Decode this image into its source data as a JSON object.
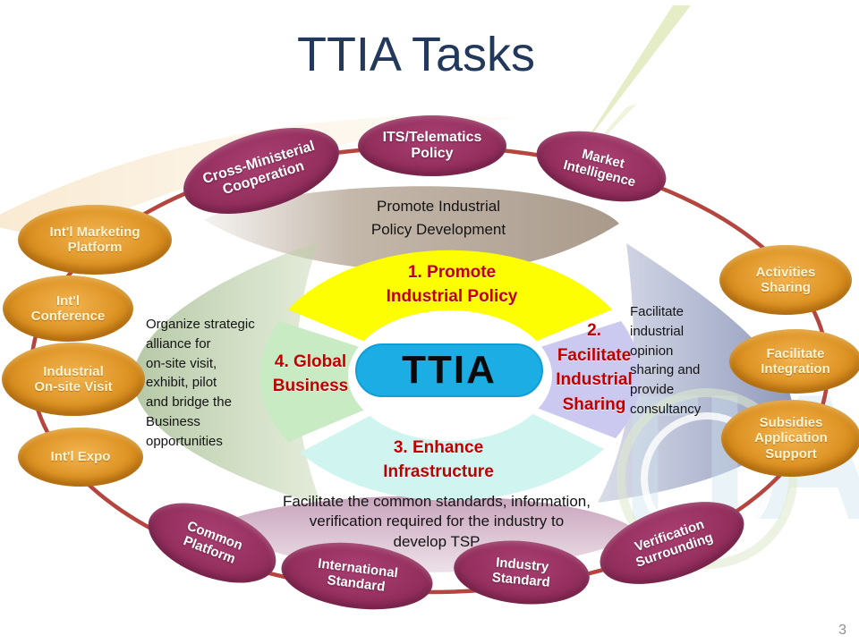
{
  "title": "TTIA Tasks",
  "page_number": "3",
  "watermark": "TIA",
  "center": {
    "label": "TTIA"
  },
  "quadrants": {
    "q1": "1. Promote\nIndustrial Policy",
    "q2": "2.\nFacilitate\nIndustrial\nSharing",
    "q3": "3. Enhance\nInfrastructure",
    "q4": "4. Global\nBusiness"
  },
  "descriptions": {
    "top": "Promote Industrial\nPolicy Development",
    "left": "Organize strategic\nalliance for\non-site visit,\nexhibit, pilot\nand bridge the\nBusiness\nopportunities",
    "right": "Facilitate\nindustrial\nopinion\nsharing and\nprovide\nconsultancy",
    "bottom": "Facilitate the common standards, information,\nverification required for the industry to\ndevelop TSP"
  },
  "magenta_nodes": [
    {
      "label": "Cross-Ministerial\nCooperation"
    },
    {
      "label": "ITS/Telematics\nPolicy"
    },
    {
      "label": "Market\nIntelligence"
    },
    {
      "label": "Common\nPlatform"
    },
    {
      "label": "International\nStandard"
    },
    {
      "label": "Industry\nStandard"
    },
    {
      "label": "Verification\nSurrounding"
    }
  ],
  "orange_nodes": [
    {
      "label": "Int'l Marketing\nPlatform"
    },
    {
      "label": "Int'l\nConference"
    },
    {
      "label": "Industrial\nOn-site Visit"
    },
    {
      "label": "Int'l Expo"
    },
    {
      "label": "Activities\nSharing"
    },
    {
      "label": "Facilitate\nIntegration"
    },
    {
      "label": "Subsidies\nApplication\nSupport"
    }
  ],
  "colors": {
    "title_navy": "#22395C",
    "ring_red": "#B4453F",
    "magenta_node": "#96305F",
    "orange_node": "#DF9526",
    "petal_yellow": "#FEFE02",
    "petal_lavender": "#CBC9F0",
    "petal_cyan": "#D0F4EF",
    "petal_green": "#C9EBC4",
    "center_blue": "#1CADE4",
    "quadrant_text_red": "#C00000"
  }
}
